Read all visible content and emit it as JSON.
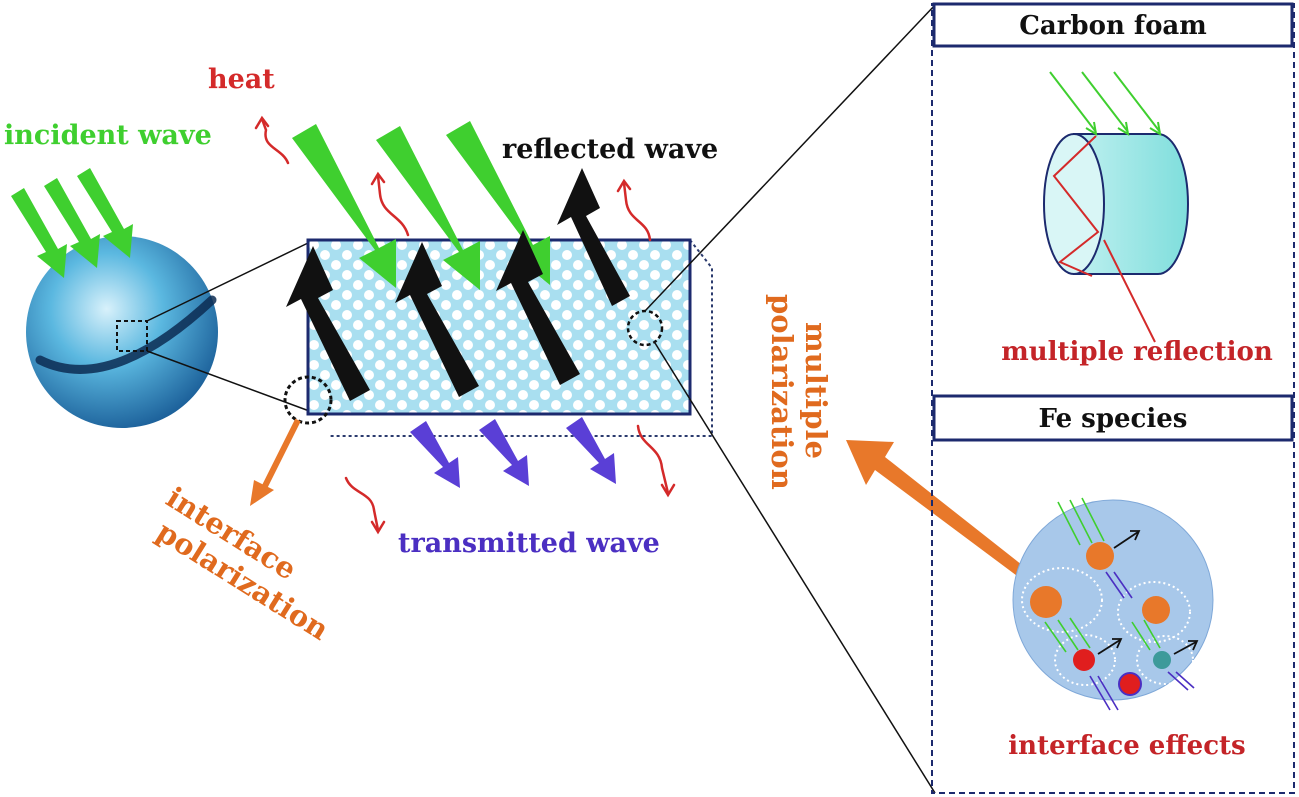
{
  "labels": {
    "heat": "heat",
    "incident_wave": "incident wave",
    "reflected_wave": "reflected wave",
    "transmitted_wave": "transmitted wave",
    "interface_polarization_line1": "interface",
    "interface_polarization_line2": "polarization",
    "multiple_polarization_line1": "multiple",
    "multiple_polarization_line2": "polarization"
  },
  "panels": {
    "carbon_foam": {
      "title": "Carbon foam",
      "caption": "multiple reflection"
    },
    "fe_species": {
      "title": "Fe species",
      "caption": "interface effects"
    }
  },
  "colors": {
    "incident": "#3fcf2f",
    "reflected": "#111111",
    "transmitted": "#5a3fd6",
    "heat": "#d42a2a",
    "polarization": "#e8782a",
    "foam": "#a9dff0",
    "panel_border": "#1c2a6e"
  }
}
